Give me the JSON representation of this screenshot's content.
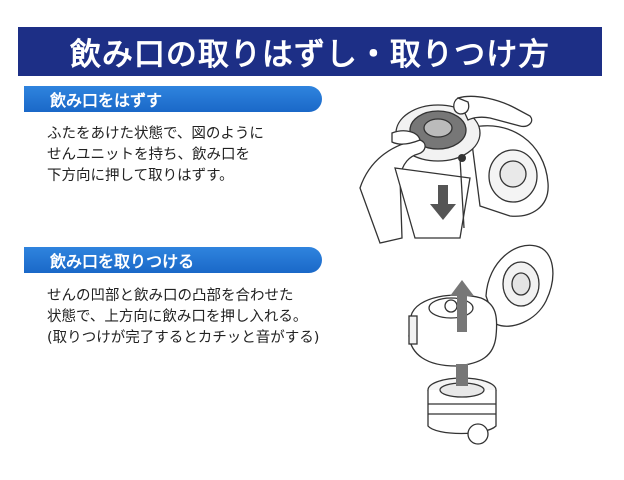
{
  "title": "飲み口の取りはずし・取りつけ方",
  "section1": {
    "heading": "飲み口をはずす",
    "lines": [
      "ふたをあけた状態で、図のように",
      "せんユニットを持ち、飲み口を",
      "下方向に押して取りはずす。"
    ]
  },
  "section2": {
    "heading": "飲み口を取りつける",
    "lines": [
      "せんの凹部と飲み口の凸部を合わせた",
      "状態で、上方向に飲み口を押し入れる。",
      "(取りつけが完了するとカチッと音がする)"
    ]
  },
  "colors": {
    "title_bg": "#1d2f86",
    "pill": "#1f6fd0",
    "arrow": "#555555"
  }
}
